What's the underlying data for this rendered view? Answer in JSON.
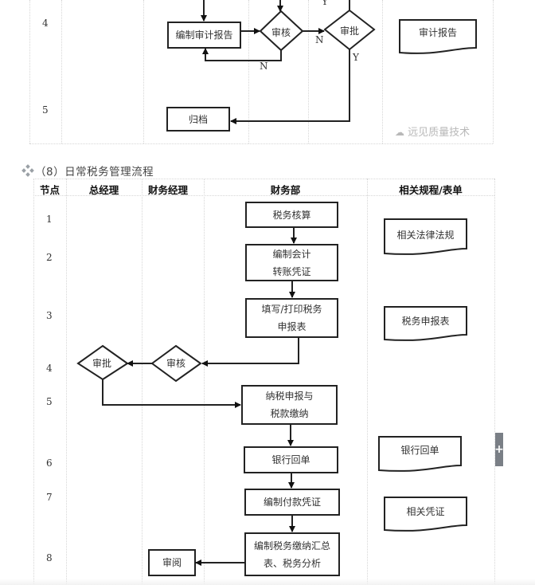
{
  "upper_flowchart": {
    "row_numbers": [
      "4",
      "5"
    ],
    "nodes": {
      "compile_report": "编制审计报告",
      "review": "审核",
      "approve": "审批",
      "archive": "归档"
    },
    "branch_labels": {
      "review_no_back": "N",
      "review_to_approve": "N",
      "approve_top_yes": "Y",
      "approve_yes": "Y"
    },
    "documents": [
      "审计报告"
    ],
    "watermark": "远见质量技术"
  },
  "section": {
    "title": "（8）日常税务管理流程"
  },
  "table": {
    "headers": [
      "节点",
      "总经理",
      "财务经理",
      "财务部",
      "相关规程/表单"
    ],
    "row_numbers": [
      "1",
      "2",
      "3",
      "4",
      "5",
      "6",
      "7",
      "8"
    ]
  },
  "flow": {
    "tax_accounting": "税务核算",
    "prepare_transfer_voucher": [
      "编制会计",
      "转账凭证"
    ],
    "fill_print_tax_form": [
      "填写/打印税务",
      "申报表"
    ],
    "manager_review": "审核",
    "gm_approve": "审批",
    "tax_filing_payment": [
      "纳税申报与",
      "税款缴纳"
    ],
    "bank_receipt": "银行回单",
    "prepare_payment_voucher": "编制付款凭证",
    "tax_summary_analysis": [
      "编制税务缴纳汇总",
      "表、税务分析"
    ],
    "review_read": "审阅"
  },
  "documents": [
    "相关法律法规",
    "税务申报表",
    "银行回单",
    "相关凭证"
  ],
  "side_tab": {
    "icon": "plus-icon",
    "label": "+"
  }
}
